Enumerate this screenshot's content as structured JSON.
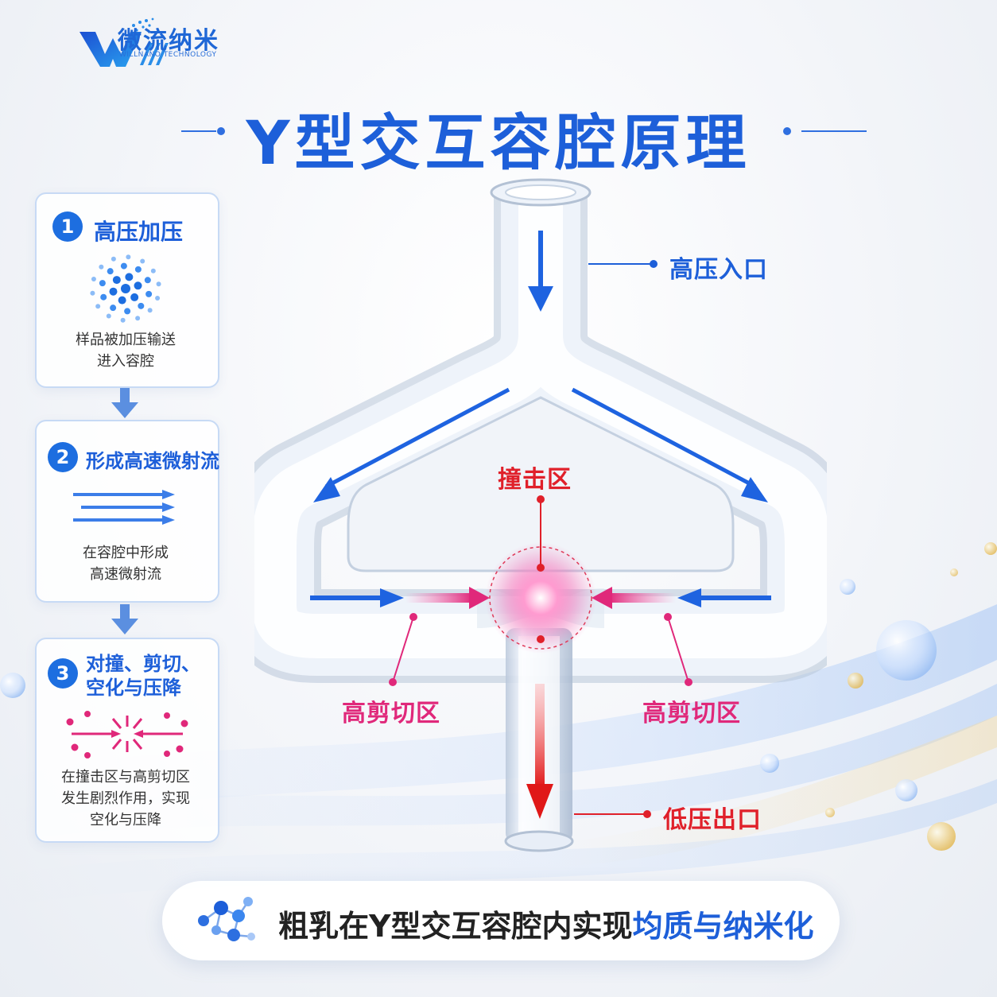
{
  "logo": {
    "mark": "W",
    "name_cn": "微流纳米",
    "name_en": "WILLNANO TECHNOLOGY"
  },
  "title": "Y型交互容腔原理",
  "steps": [
    {
      "num": "1",
      "title": "高压加压",
      "desc_lines": [
        "样品被加压输送",
        "进入容腔"
      ],
      "icon": "particle-cluster-icon"
    },
    {
      "num": "2",
      "title": "形成高速微射流",
      "desc_lines": [
        "在容腔中形成",
        "高速微射流"
      ],
      "icon": "jet-stream-icon"
    },
    {
      "num": "3",
      "title_lines": [
        "对撞、剪切、",
        "空化与压降"
      ],
      "desc_lines": [
        "在撞击区与高剪切区",
        "发生剧烈作用，实现",
        "空化与压降"
      ],
      "icon": "burst-icon"
    }
  ],
  "diagram": {
    "inlet_label": "高压入口",
    "impact_label": "撞击区",
    "shear_left_label": "高剪切区",
    "shear_right_label": "高剪切区",
    "outlet_label": "低压出口"
  },
  "banner": {
    "prefix": "粗乳在Y型交互容腔内实现",
    "highlight": "均质与纳米化",
    "icon": "molecule-icon"
  },
  "colors": {
    "primary_blue": "#1d5fd9",
    "impact_red": "#e0202a",
    "shear_pink": "#e0287a",
    "outlet_red": "#e02020"
  }
}
